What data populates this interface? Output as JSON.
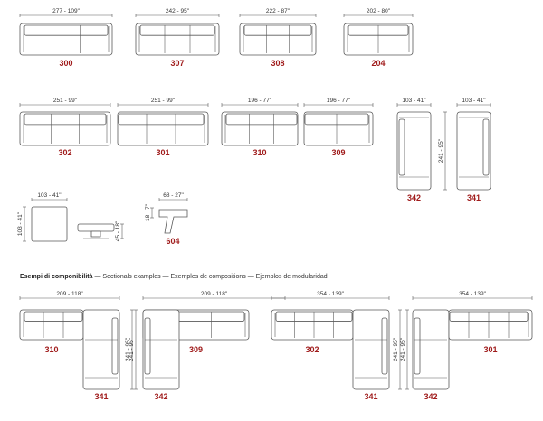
{
  "colors": {
    "code": "#a01c1c",
    "line": "#5a5a5a",
    "text": "#333333"
  },
  "catalog_row1": [
    {
      "code": "300",
      "dim": "277 - 109\""
    },
    {
      "code": "307",
      "dim": "242 - 95\""
    },
    {
      "code": "308",
      "dim": "222 - 87\""
    },
    {
      "code": "204",
      "dim": "202 - 80\""
    }
  ],
  "catalog_row2": [
    {
      "code": "302",
      "dim": "251 - 99\""
    },
    {
      "code": "301",
      "dim": "251 - 99\""
    },
    {
      "code": "310",
      "dim": "196 - 77\""
    },
    {
      "code": "309",
      "dim": "196 - 77\""
    }
  ],
  "chaise_units": [
    {
      "code": "342",
      "dim": "103 - 41\""
    },
    {
      "code": "341",
      "dim": "103 - 41\""
    }
  ],
  "chaise_depth": "241 - 95\"",
  "ottoman": {
    "width": "103 - 41\"",
    "depth": "103 - 41\"",
    "height": "45 - 18\""
  },
  "backrest": {
    "code": "604",
    "width": "68 - 27\"",
    "height": "18 - 7\""
  },
  "heading": {
    "title": "Esempi di componibilità",
    "rest": " — Sectionals examples — Exemples de compositions — Ejemplos de modularidad"
  },
  "examples": [
    {
      "width": "209 - 118\"",
      "depth": "241 - 95\"",
      "main": "310",
      "corner": "341"
    },
    {
      "width": "209 - 118\"",
      "depth": "241 - 95\"",
      "main": "309",
      "corner": "342"
    },
    {
      "width": "354 - 139\"",
      "depth": "241 - 95\"",
      "main": "302",
      "corner": "341"
    },
    {
      "width": "354 - 139\"",
      "depth": "241 - 95\"",
      "main": "301",
      "corner": "342"
    }
  ]
}
